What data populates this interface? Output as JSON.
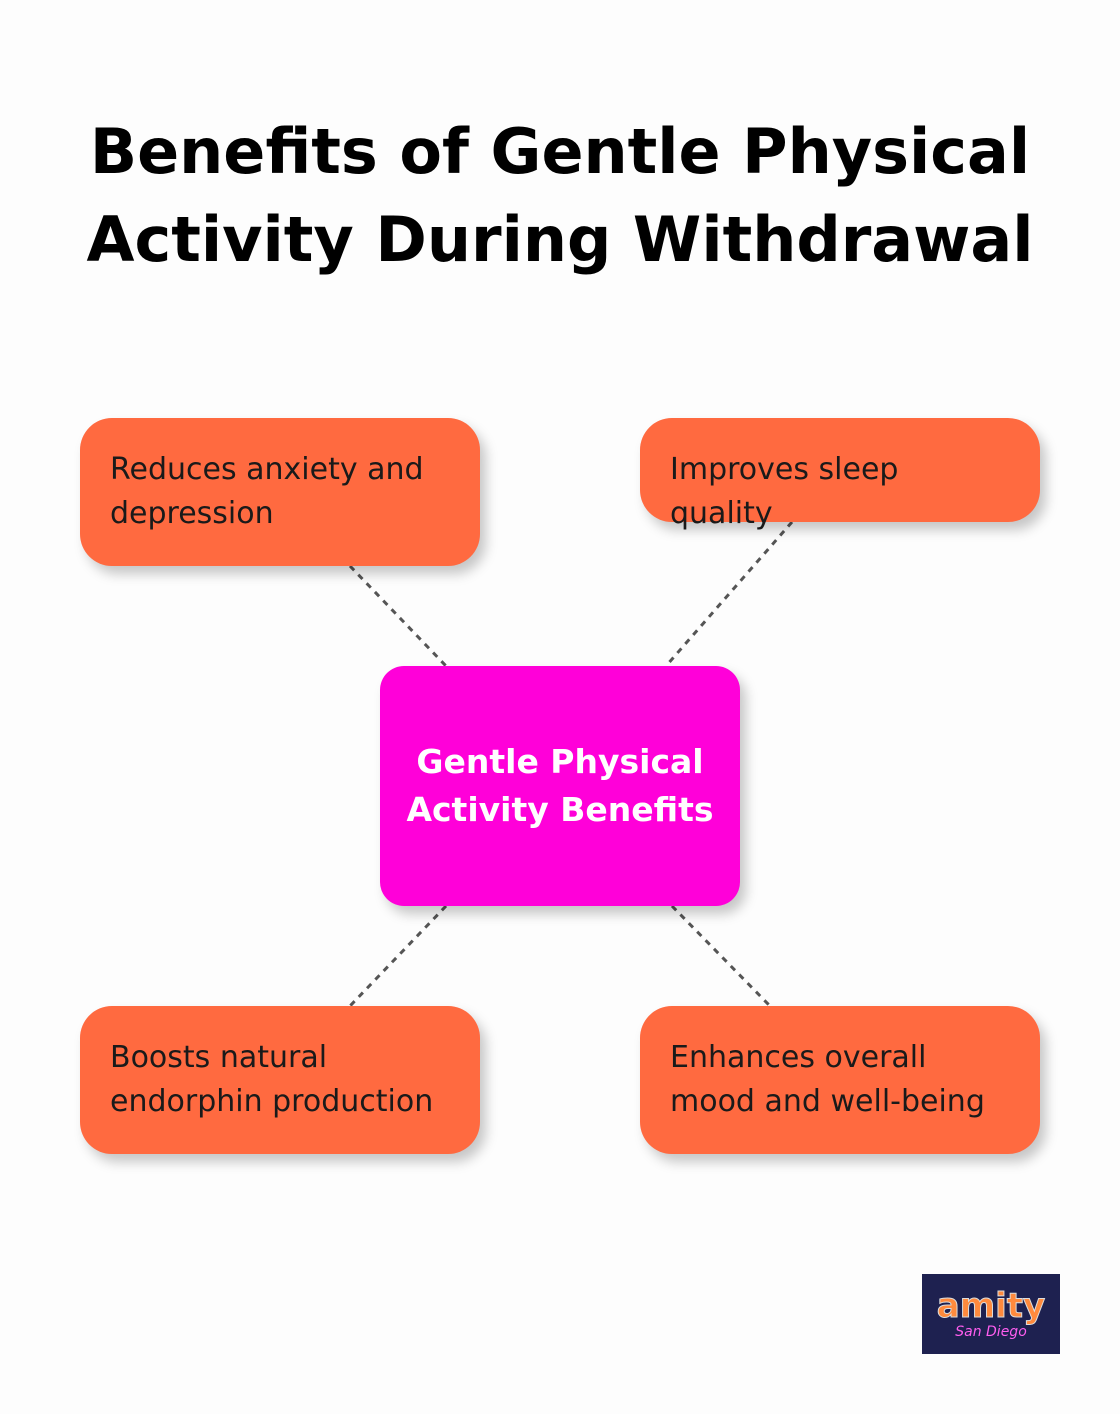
{
  "title": "Benefits of Gentle Physical Activity During Withdrawal",
  "center": "Gentle Physical Activity Benefits",
  "benefits": [
    "Reduces anxiety and depression",
    "Improves sleep quality",
    "Boosts natural endorphin production",
    "Enhances overall mood and well-being"
  ],
  "logo": {
    "name": "amity",
    "sub": "San Diego"
  },
  "colors": {
    "center": "#ff00d9",
    "box": "#ff6a40"
  }
}
